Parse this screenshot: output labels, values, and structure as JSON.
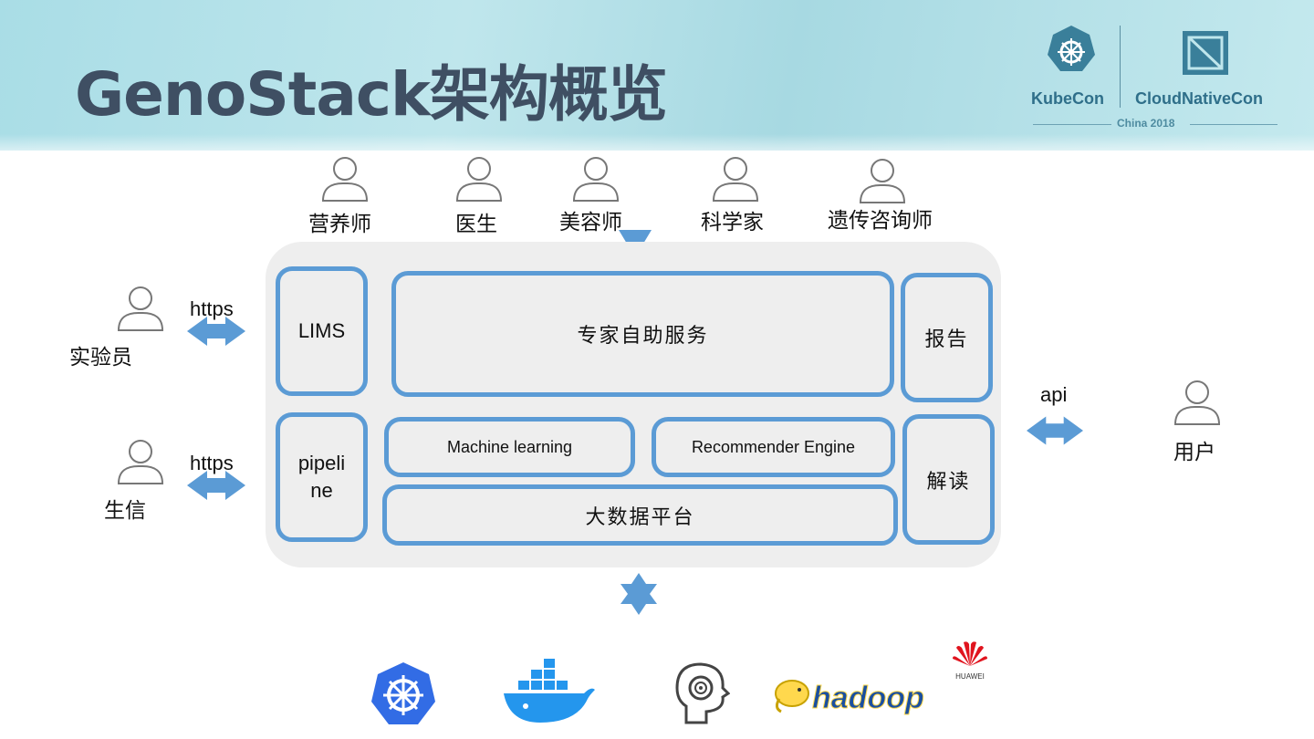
{
  "title": "GenoStack架构概览",
  "brand": {
    "kubecon": "KubeCon",
    "cloudnativecon": "CloudNativeCon",
    "edition": "China 2018"
  },
  "top_roles": [
    "营养师",
    "医生",
    "美容师",
    "科学家",
    "遗传咨询师"
  ],
  "left_roles": [
    {
      "label": "实验员",
      "protocol": "https"
    },
    {
      "label": "生信",
      "protocol": "https"
    }
  ],
  "right_role": {
    "label": "用户",
    "protocol": "api"
  },
  "modules": {
    "lims": "LIMS",
    "expert_service": "专家自助服务",
    "report": "报告",
    "pipeline_line1": "pipeli",
    "pipeline_line2": "ne",
    "machine_learning": "Machine learning",
    "recommender": "Recommender Engine",
    "big_data": "大数据平台",
    "interpret": "解读"
  },
  "tech_logos": [
    "kubernetes-logo",
    "docker-logo",
    "ai-head-logo",
    "hadoop-logo",
    "huawei-logo"
  ],
  "tech_text": {
    "hadoop": "hadoop",
    "huawei": "HUAWEI"
  },
  "colors": {
    "accent": "#5b9bd5",
    "panel": "#eeeeee",
    "title": "#3f4f63",
    "banner": "#b3e0e8"
  }
}
